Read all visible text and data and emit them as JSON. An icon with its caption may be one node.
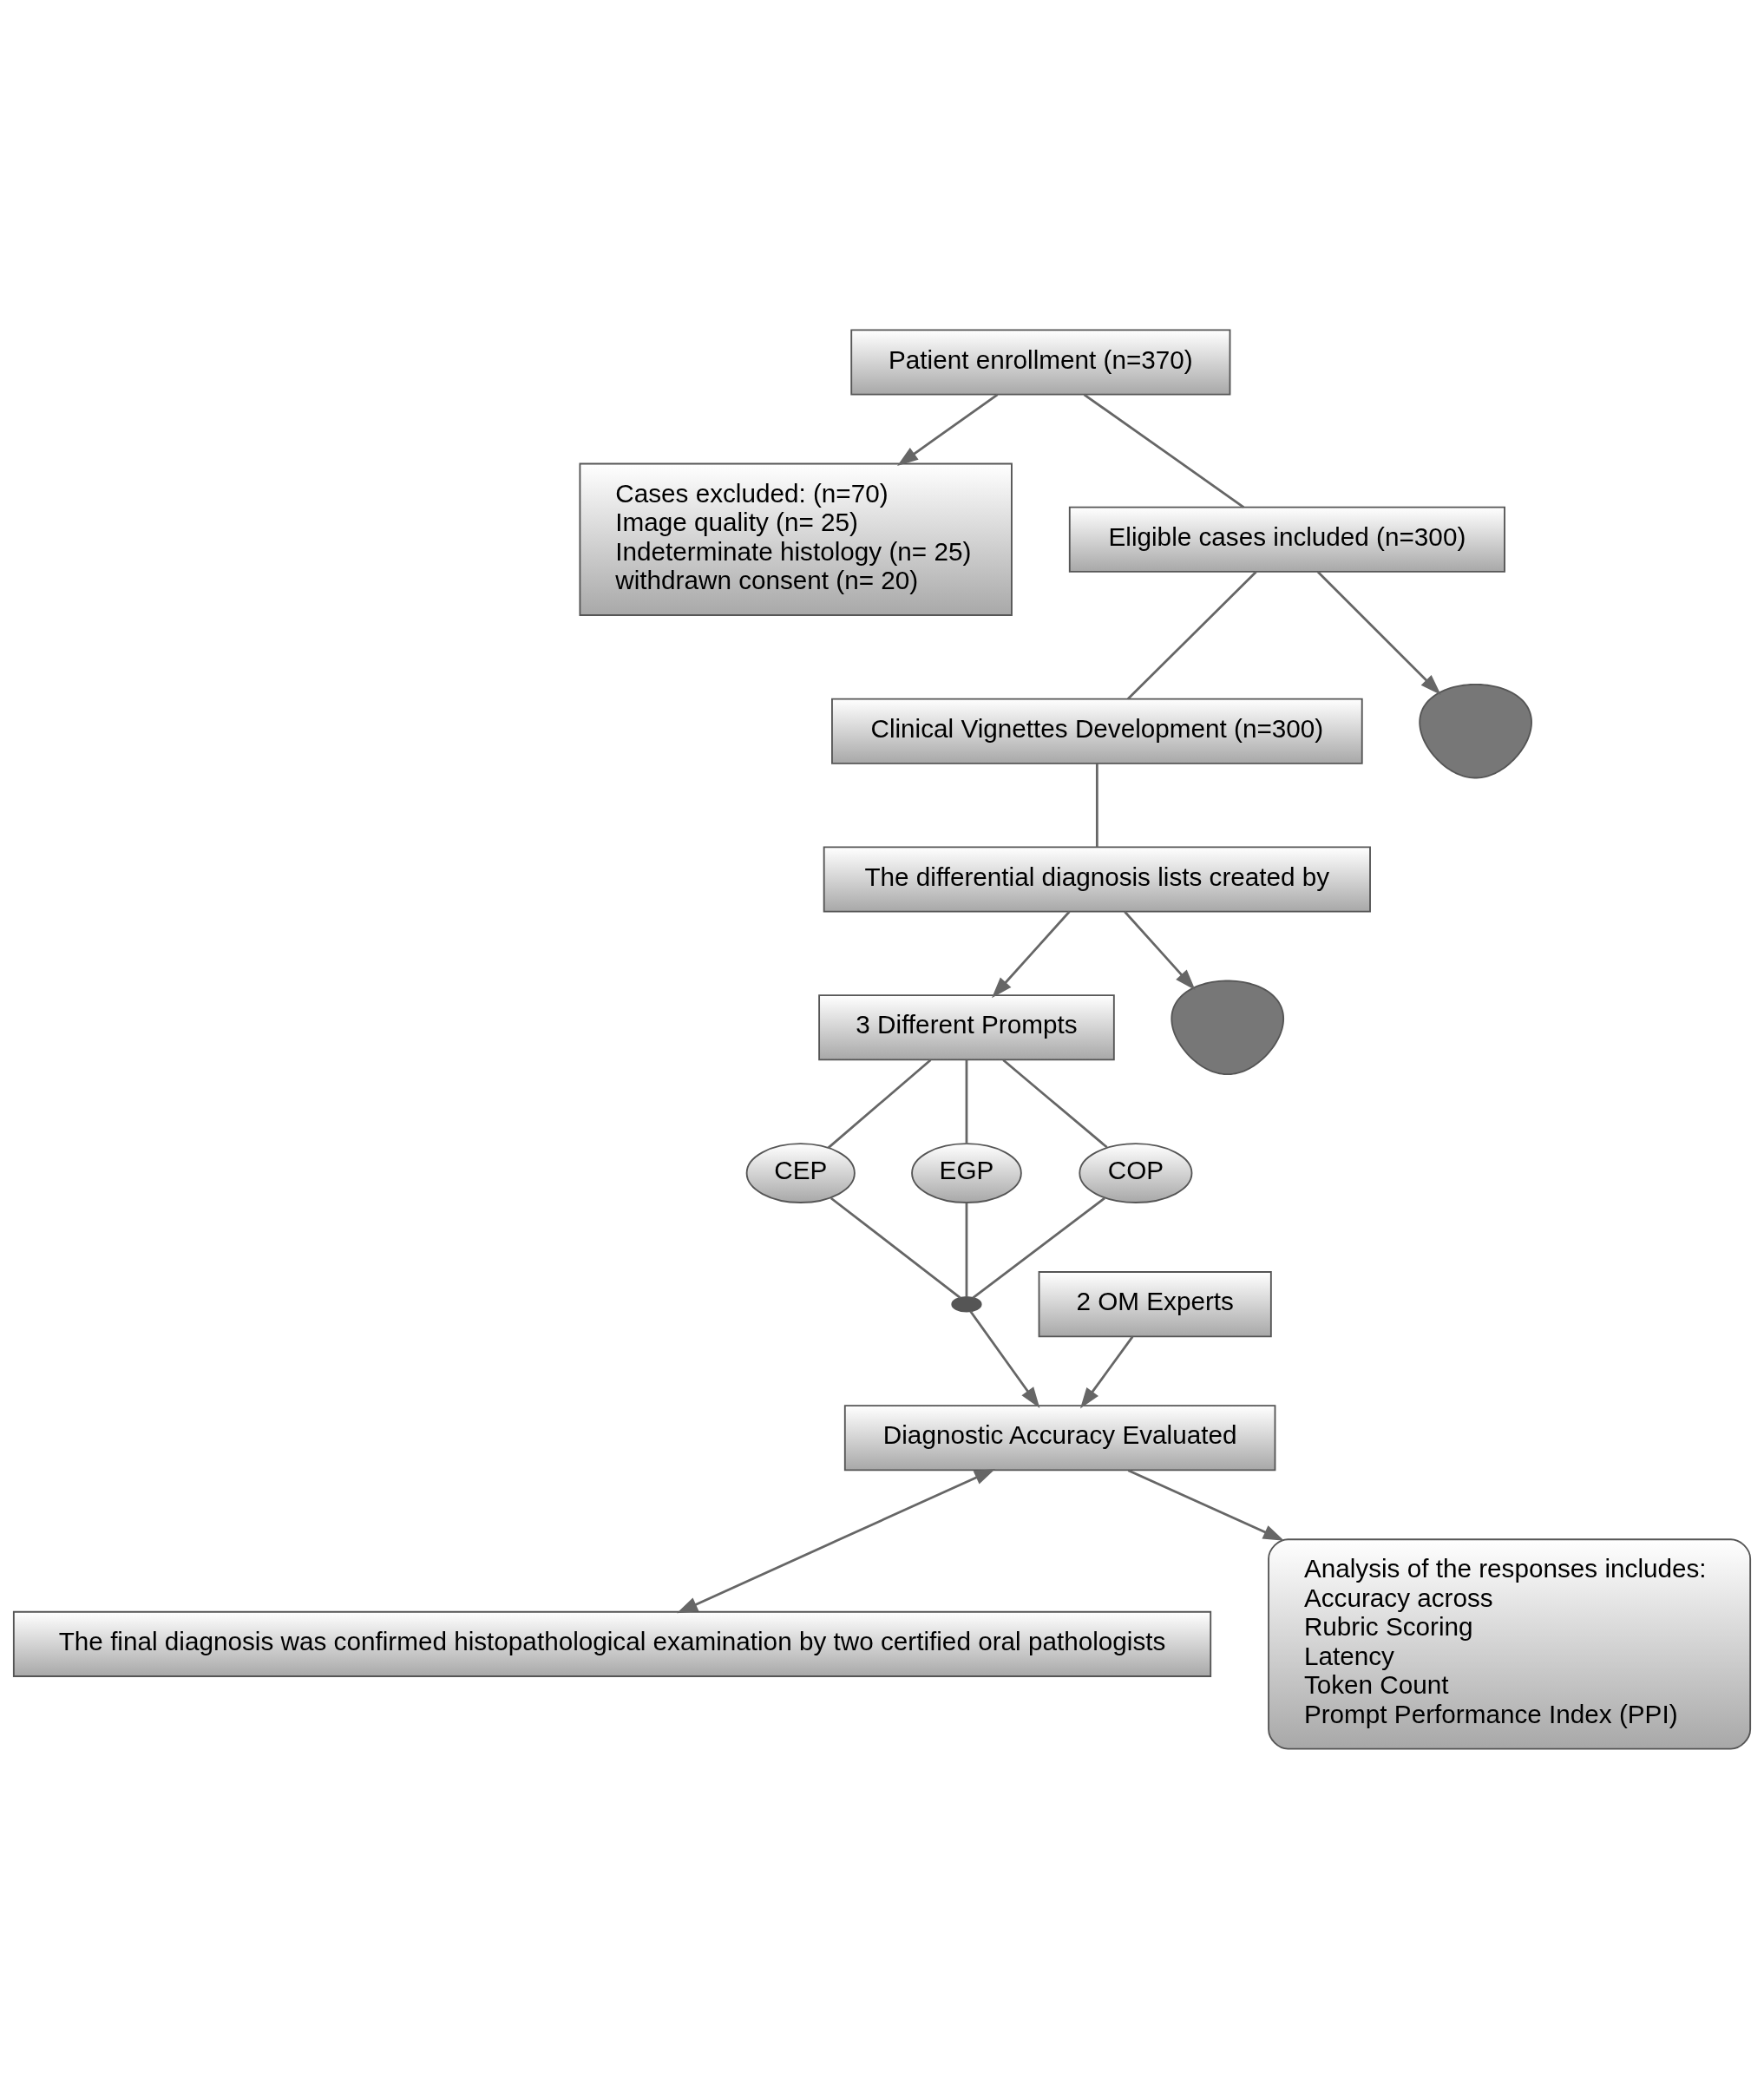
{
  "diagram": {
    "nodes": [
      {
        "text": [
          "Patient enrollment (n=370)"
        ]
      },
      {
        "text": [
          "Cases excluded: (n=70)",
          "Image quality (n= 25)",
          "Indeterminate histology (n= 25)",
          "withdrawn consent (n= 20)"
        ]
      },
      {
        "text": [
          "Eligible cases included (n=300)"
        ]
      },
      {
        "text": [
          "Clinical Vignettes Development (n=300)"
        ]
      },
      {
        "text": [
          "The differential diagnosis lists created by"
        ]
      },
      {
        "text": [
          "3 Different Prompts"
        ]
      },
      {
        "text": [
          "CEP"
        ]
      },
      {
        "text": [
          "EGP"
        ]
      },
      {
        "text": [
          "COP"
        ]
      },
      {
        "text": [],
        "shape": "circle"
      },
      {
        "text": [],
        "shape": "person"
      },
      {
        "text": [
          "2 OM Experts"
        ]
      },
      {
        "text": [
          "Diagnostic Accuracy Evaluated"
        ]
      },
      {
        "text": [],
        "shape": "person"
      },
      {
        "text": [
          "The final diagnosis was confirmed histopathological examination by two certified oral pathologists"
        ]
      },
      {
        "text": [
          "Analysis of the responses includes:",
          "Accuracy across",
          "Rubric Scoring",
          "Latency",
          "Token Count",
          "Prompt Performance Index (PPI)"
        ]
      }
    ],
    "edges": [
      {
        "from": 0,
        "to": 1,
        "arrow": "to"
      },
      {
        "from": 0,
        "to": 2,
        "arrow": "none"
      },
      {
        "from": 2,
        "to": 3,
        "arrow": "none"
      },
      {
        "from": 3,
        "to": 4,
        "arrow": "none"
      },
      {
        "from": 4,
        "to": 5,
        "arrow": "to"
      },
      {
        "from": 4,
        "to": 10,
        "arrow": "to"
      },
      {
        "from": 2,
        "to": 13,
        "arrow": "to"
      },
      {
        "from": 5,
        "to": 6,
        "arrow": "none"
      },
      {
        "from": 5,
        "to": 7,
        "arrow": "none"
      },
      {
        "from": 5,
        "to": 8,
        "arrow": "none"
      },
      {
        "from": 6,
        "to": 9,
        "arrow": "none"
      },
      {
        "from": 7,
        "to": 9,
        "arrow": "none"
      },
      {
        "from": 8,
        "to": 9,
        "arrow": "none"
      },
      {
        "from": 9,
        "to": 12,
        "arrow": "to"
      },
      {
        "from": 11,
        "to": 12,
        "arrow": "to"
      },
      {
        "from": 12,
        "to": 14,
        "arrow": "both"
      },
      {
        "from": 12,
        "to": 15,
        "arrow": "to"
      }
    ]
  }
}
